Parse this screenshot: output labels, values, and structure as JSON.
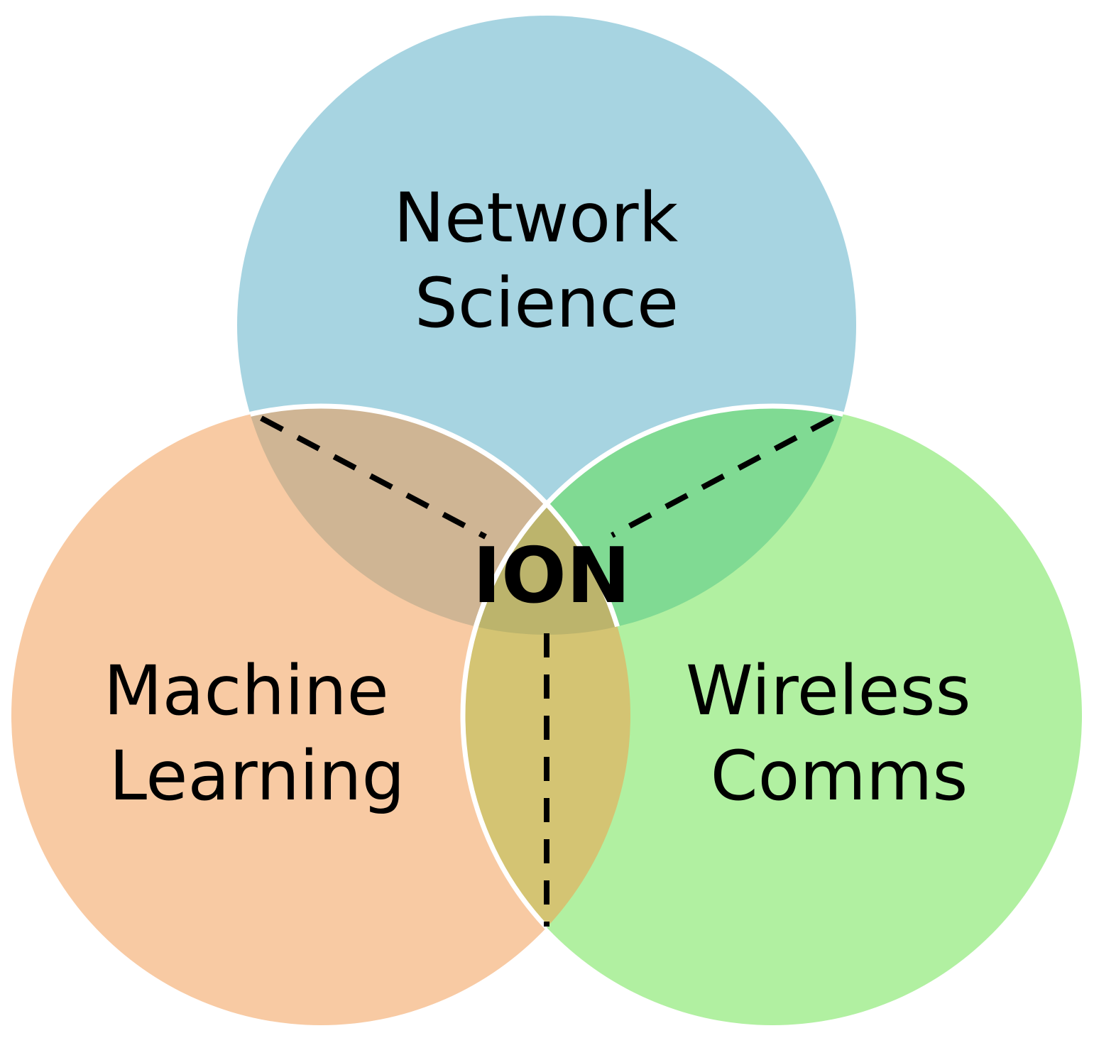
{
  "diagram": {
    "type": "venn",
    "sets": [
      {
        "id": "network-science",
        "lines": [
          "Network",
          "Science"
        ],
        "color": "#a7d4e1"
      },
      {
        "id": "machine-learning",
        "lines": [
          "Machine",
          "Learning"
        ],
        "color": "#f8caa3"
      },
      {
        "id": "wireless-comms",
        "lines": [
          "Wireless",
          "Comms"
        ],
        "color": "#b1f0a1"
      }
    ],
    "center_label": "ION",
    "overlap_colors": {
      "network_machine": "#cfb594",
      "network_wireless": "#80da93",
      "machine_wireless": "#d4c473",
      "all_three": "#bcb46c"
    },
    "outline_color": "#ffffff",
    "dash_color": "#000000"
  }
}
